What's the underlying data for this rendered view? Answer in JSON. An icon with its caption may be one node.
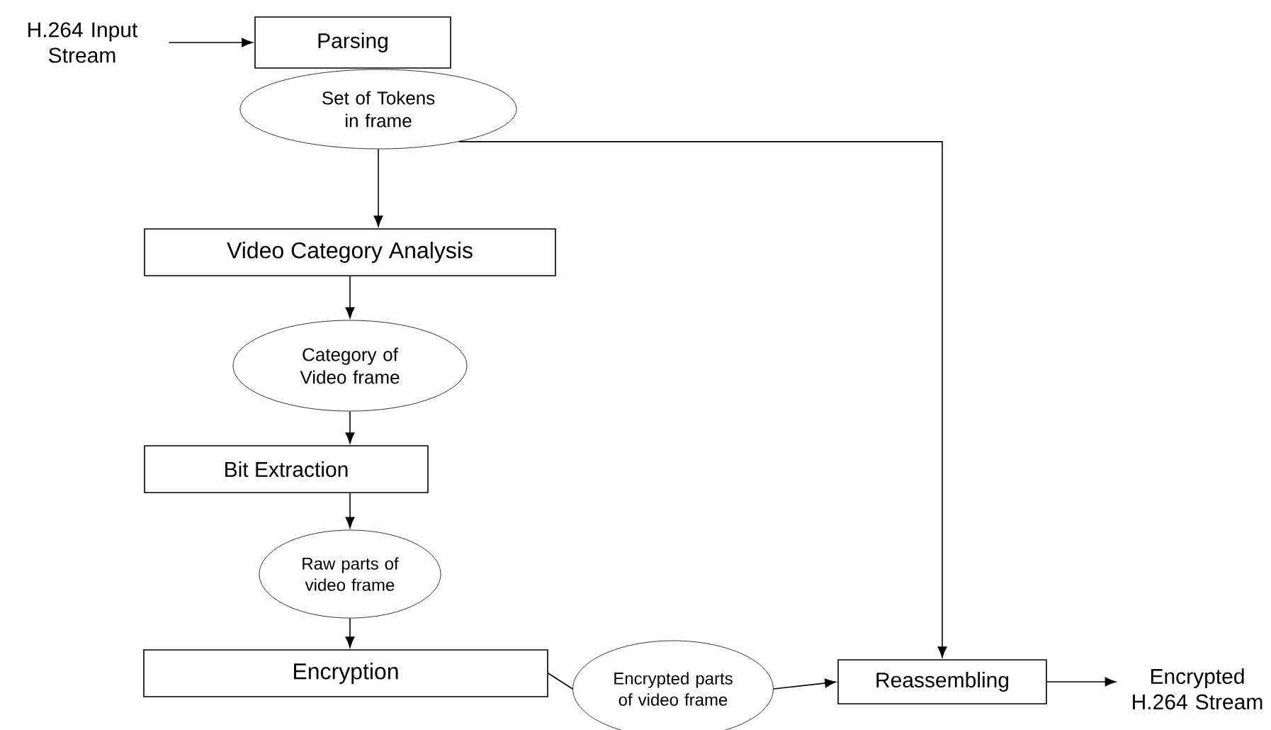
{
  "diagram": {
    "nodes": [
      {
        "text": [
          "H.264 Input Stream"
        ]
      },
      {
        "text": [
          "Parsing"
        ]
      },
      {
        "text": [
          "Set of Tokens in frame"
        ]
      },
      {
        "text": [
          "Video Category Analysis"
        ]
      },
      {
        "text": [
          "Category of Video frame"
        ]
      },
      {
        "text": [
          "Bit Extraction"
        ]
      },
      {
        "text": [
          "Raw parts of video frame"
        ]
      },
      {
        "text": [
          "Encryption"
        ]
      },
      {
        "text": [
          "Encrypted parts of video frame"
        ]
      },
      {
        "text": [
          "Reassembling"
        ]
      },
      {
        "text": [
          "Encrypted H.264 Stream"
        ]
      }
    ],
    "edges": [
      {
        "from": 0,
        "to": 1,
        "arrow": "to"
      },
      {
        "from": 2,
        "to": 3,
        "arrow": "to"
      },
      {
        "from": 3,
        "to": 4,
        "arrow": "to"
      },
      {
        "from": 4,
        "to": 5,
        "arrow": "to"
      },
      {
        "from": 5,
        "to": 6,
        "arrow": "to"
      },
      {
        "from": 6,
        "to": 7,
        "arrow": "to"
      },
      {
        "from": 7,
        "to": 8,
        "arrow": "none"
      },
      {
        "from": 8,
        "to": 9,
        "arrow": "to"
      },
      {
        "from": 2,
        "to": 9,
        "arrow": "to"
      },
      {
        "from": 9,
        "to": 10,
        "arrow": "to"
      }
    ]
  }
}
